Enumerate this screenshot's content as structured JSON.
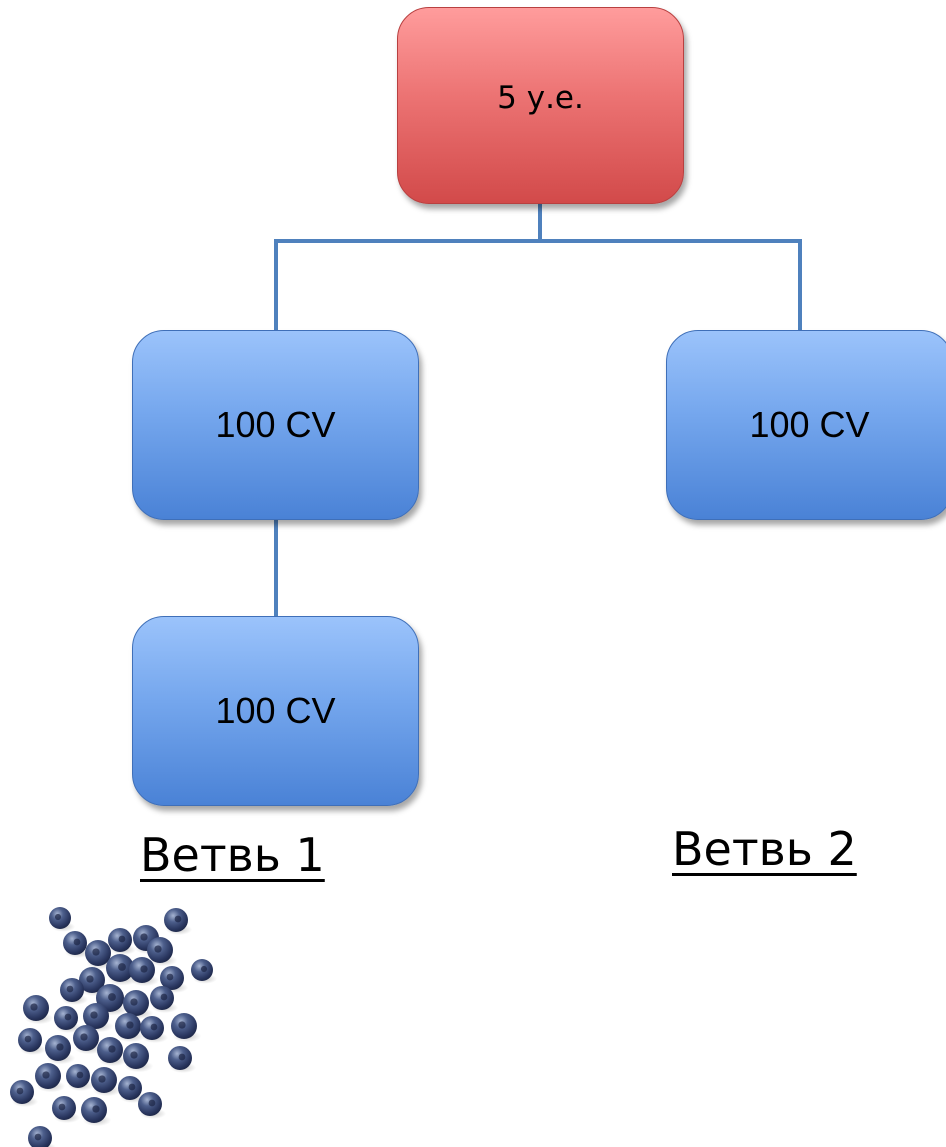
{
  "diagram": {
    "root": {
      "label": "5 у.е."
    },
    "children": [
      {
        "label": "100 CV"
      },
      {
        "label": "100 CV"
      }
    ],
    "grandchild": {
      "label": "100 CV"
    }
  },
  "branches": {
    "left": "Ветвь 1",
    "right": "Ветвь 2"
  },
  "colors": {
    "root_fill": "#e06666",
    "node_fill": "#74a6ed",
    "connector": "#4f81bd"
  },
  "decoration": {
    "image_icon": "blueberries-image"
  }
}
